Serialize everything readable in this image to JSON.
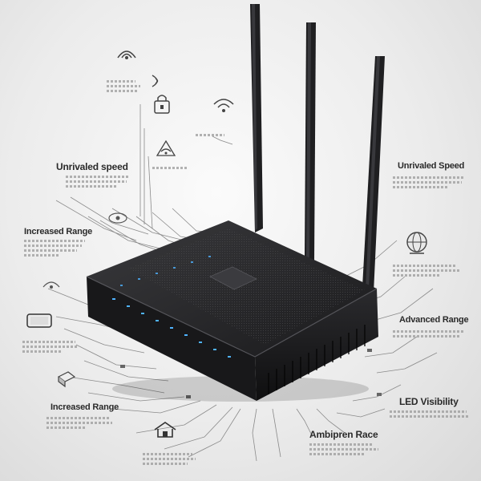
{
  "labels": {
    "top_left_heading": "Unrivaled speed",
    "mid_left_heading": "Increased Range",
    "bottom_left_heading": "Increased Range",
    "top_right_heading": "Unrivaled Speed",
    "mid_right_heading": "Advanced Range",
    "bottom_right_heading": "LED Visibility",
    "bottom_center_heading": "Ambipren Race"
  },
  "colors": {
    "router_body": "#1c1c1e",
    "router_top": "#2a2a2c",
    "led_blue": "#4fb3ff",
    "line_gray": "#8a8a8a"
  },
  "icons": [
    "wifi-router-icon",
    "wifi-signal-icon",
    "padlock-icon",
    "wifi-icon",
    "smartphone-icon",
    "usb-icon",
    "globe-icon",
    "house-icon"
  ]
}
